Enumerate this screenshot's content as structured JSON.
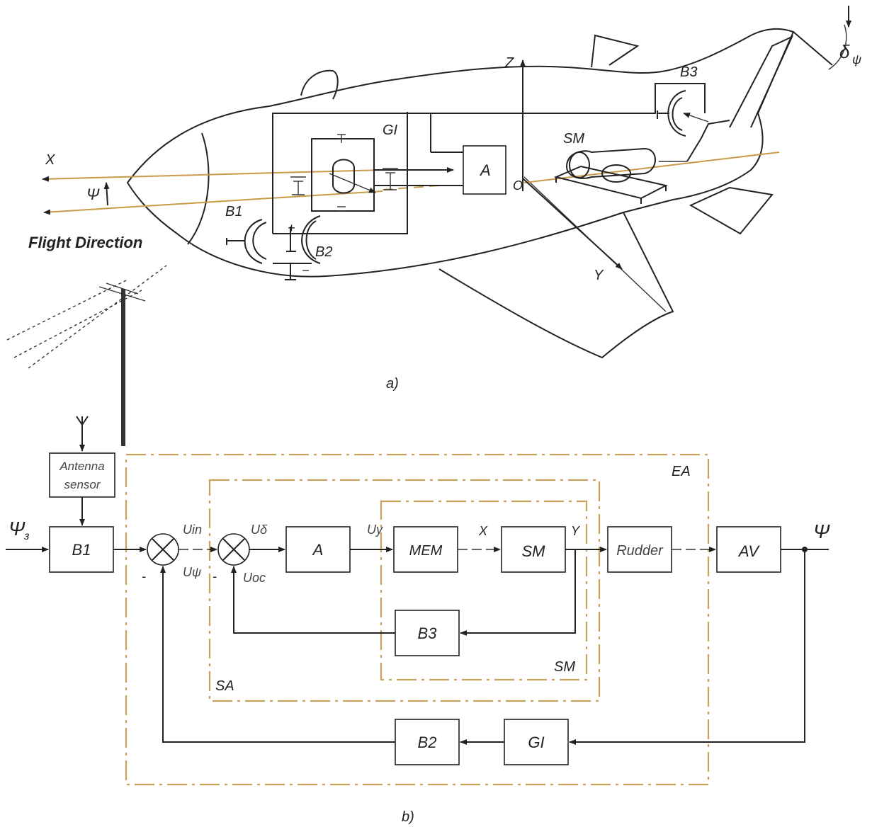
{
  "part_a": {
    "caption": "a)",
    "flight_direction": "Flight Direction",
    "labels": {
      "x_axis": "X",
      "psi": "Ψ",
      "z_axis": "Z",
      "y_axis": "Y",
      "origin": "O",
      "gi": "GI",
      "a_block": "A",
      "sm": "SM",
      "b1": "B1",
      "b2": "B2",
      "b3": "B3",
      "delta": "δ",
      "delta_sub": "ψ",
      "plus": "+",
      "minus": "−"
    }
  },
  "part_b": {
    "caption": "b)",
    "input_psi": "Ψ",
    "input_sub": "з",
    "output_psi": "Ψ",
    "antenna_line1": "Antenna",
    "antenna_line2": "sensor",
    "blocks": {
      "b1": "B1",
      "a": "A",
      "mem": "MEM",
      "sm": "SM",
      "rudder": "Rudder",
      "av": "AV",
      "b3": "B3",
      "b2": "B2",
      "gi": "GI"
    },
    "signals": {
      "uin": "Uin",
      "upsi": "Uψ",
      "udelta": "Uδ",
      "uoc": "Uoc",
      "uy": "Uy",
      "x": "X",
      "y": "Y",
      "minus": "-"
    },
    "regions": {
      "ea": "EA",
      "sa": "SA",
      "sm": "SM"
    }
  }
}
